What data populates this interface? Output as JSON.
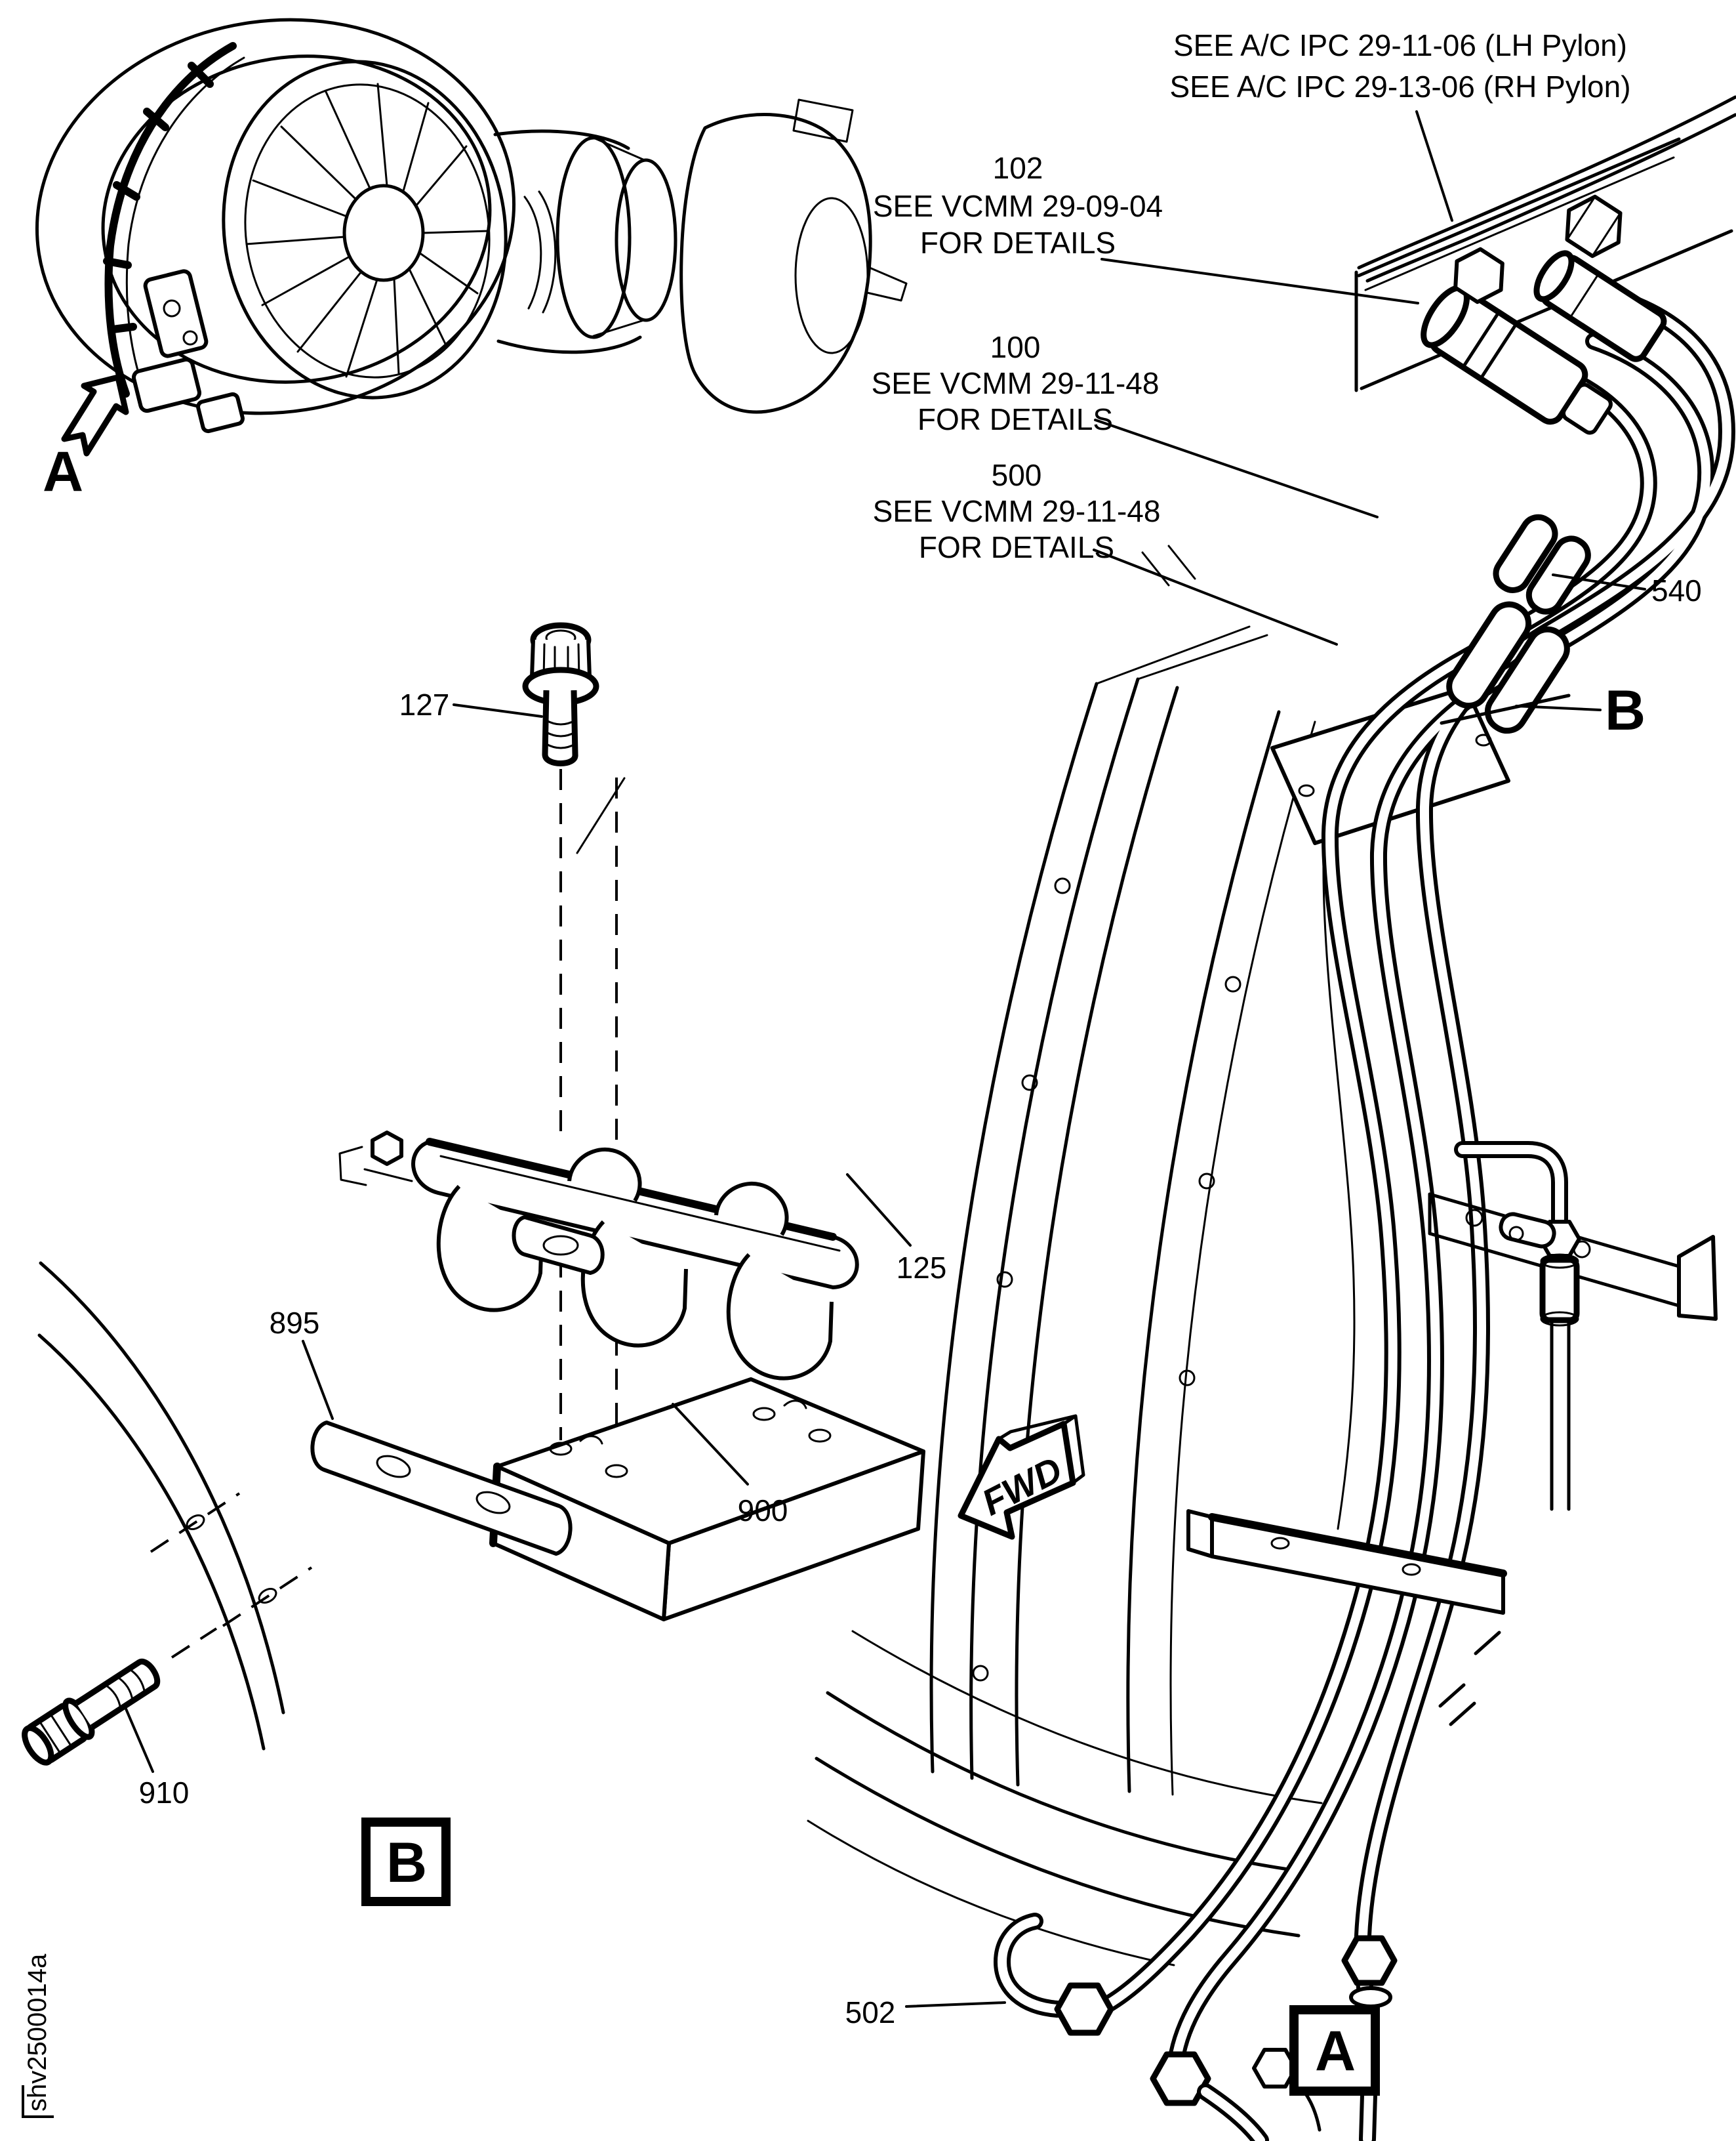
{
  "figure": {
    "id": "shv2500014a"
  },
  "references": {
    "line1": "SEE A/C IPC 29-11-06 (LH Pylon)",
    "line2": "SEE A/C IPC 29-13-06 (RH Pylon)"
  },
  "callouts": {
    "c102": {
      "number": "102",
      "ref": "SEE VCMM 29-09-04",
      "note": "FOR DETAILS"
    },
    "c100": {
      "number": "100",
      "ref": "SEE VCMM 29-11-48",
      "note": "FOR DETAILS"
    },
    "c500": {
      "number": "500",
      "ref": "SEE VCMM 29-11-48",
      "note": "FOR DETAILS"
    },
    "c540": {
      "number": "540"
    },
    "c127": {
      "number": "127"
    },
    "c125": {
      "number": "125"
    },
    "c895": {
      "number": "895"
    },
    "c900": {
      "number": "900"
    },
    "c910": {
      "number": "910"
    },
    "c502": {
      "number": "502"
    }
  },
  "markers": {
    "view_arrow": "A",
    "detail_pointer": "B",
    "detail_box_b": "B",
    "view_box_a": "A",
    "direction": "FWD"
  },
  "colors": {
    "ink": "#000000",
    "paper": "#ffffff"
  }
}
